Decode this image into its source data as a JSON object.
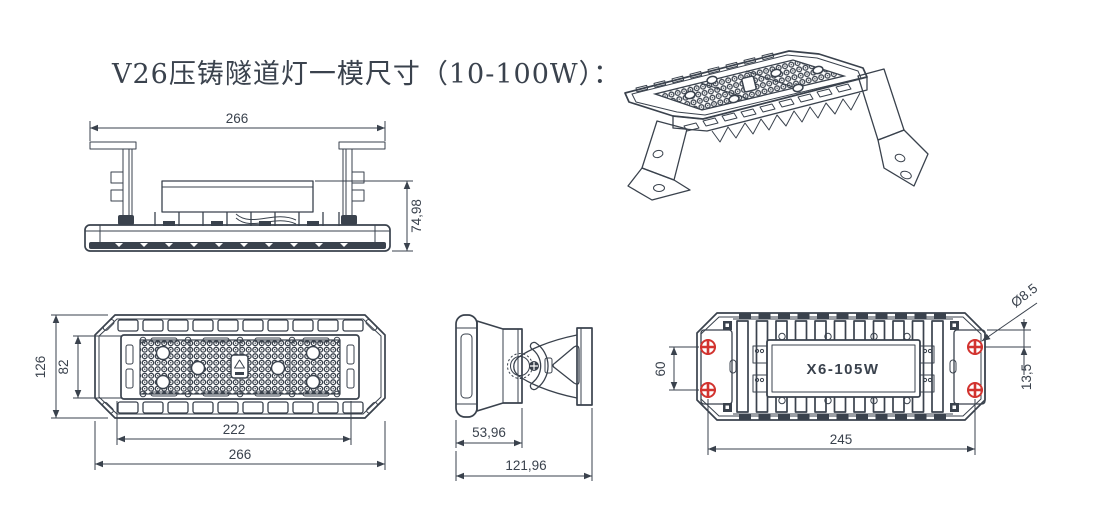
{
  "title": "V26压铸隧道灯一模尺寸（10-100W）：",
  "colors": {
    "line": "#3a424d",
    "hole_marker": "#d23430",
    "background": "#ffffff"
  },
  "views": {
    "front": {
      "overall_width": "266",
      "overall_height": "74,98"
    },
    "top": {
      "overall_height": "126",
      "lens_opening_height": "82",
      "lens_opening_width": "222",
      "overall_width": "266"
    },
    "side": {
      "body_depth": "53,96",
      "overall_depth": "121,96"
    },
    "rear": {
      "driver_label": "X6-105W",
      "mount_hole_spacing": "60",
      "mount_hole_span": "245",
      "mount_hole_diameter": "Ø8.5",
      "mount_hole_edge_offset": "13,5"
    }
  }
}
